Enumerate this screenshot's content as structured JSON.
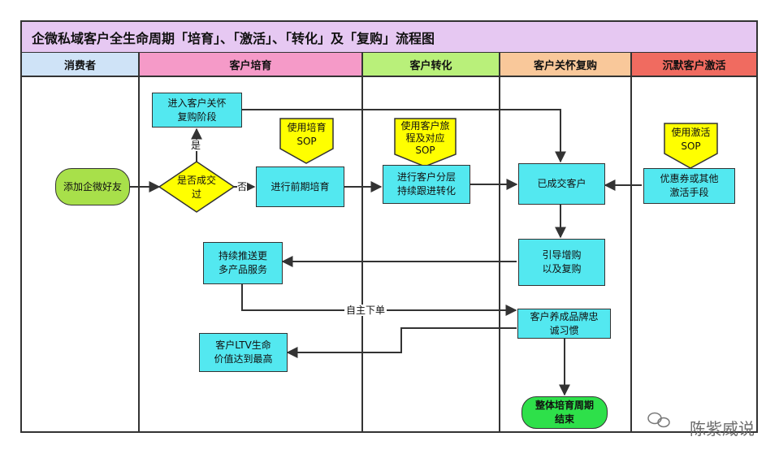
{
  "title": "企微私域客户全生命周期「培育」、「激活」、「转化」及「复购」流程图",
  "lanes": [
    {
      "label": "消费者",
      "color": "#cfe3f7"
    },
    {
      "label": "客户培育",
      "color": "#f59ac8"
    },
    {
      "label": "客户转化",
      "color": "#b9f07a"
    },
    {
      "label": "客户关怀复购",
      "color": "#f9c89a"
    },
    {
      "label": "沉默客户激活",
      "color": "#f06b60"
    }
  ],
  "nodes": {
    "add_friend": "添加企微好友",
    "decision": "是否成交\n过",
    "enter_care": "进入客户关怀\n复购阶段",
    "sop_nurture": "使用培育\nSOP",
    "early_nurture": "进行前期培育",
    "sop_journey": "使用客户旅\n程及对应\nSOP",
    "layered_convert": "进行客户分层\n持续跟进转化",
    "closed_customer": "已成交客户",
    "sop_activate": "使用激活\nSOP",
    "coupon": "优惠券或其他\n激活手段",
    "guide_upsell": "引导增购\n以及复购",
    "push_products": "持续推送更\n多产品服务",
    "brand_habit": "客户养成品牌忠\n诚习惯",
    "ltv_max": "客户LTV生命\n价值达到最高",
    "cycle_end": "整体培育周期\n结束"
  },
  "edge_labels": {
    "yes": "是",
    "no": "否",
    "self_order": "自主下单"
  },
  "watermark": "陈紫威说",
  "colors": {
    "box": "#53e8f0",
    "sop": "#ffff00",
    "decision": "#ffff00",
    "start": "#a8e04a",
    "end": "#2ee04a",
    "title_bg": "#e6c8f2"
  }
}
